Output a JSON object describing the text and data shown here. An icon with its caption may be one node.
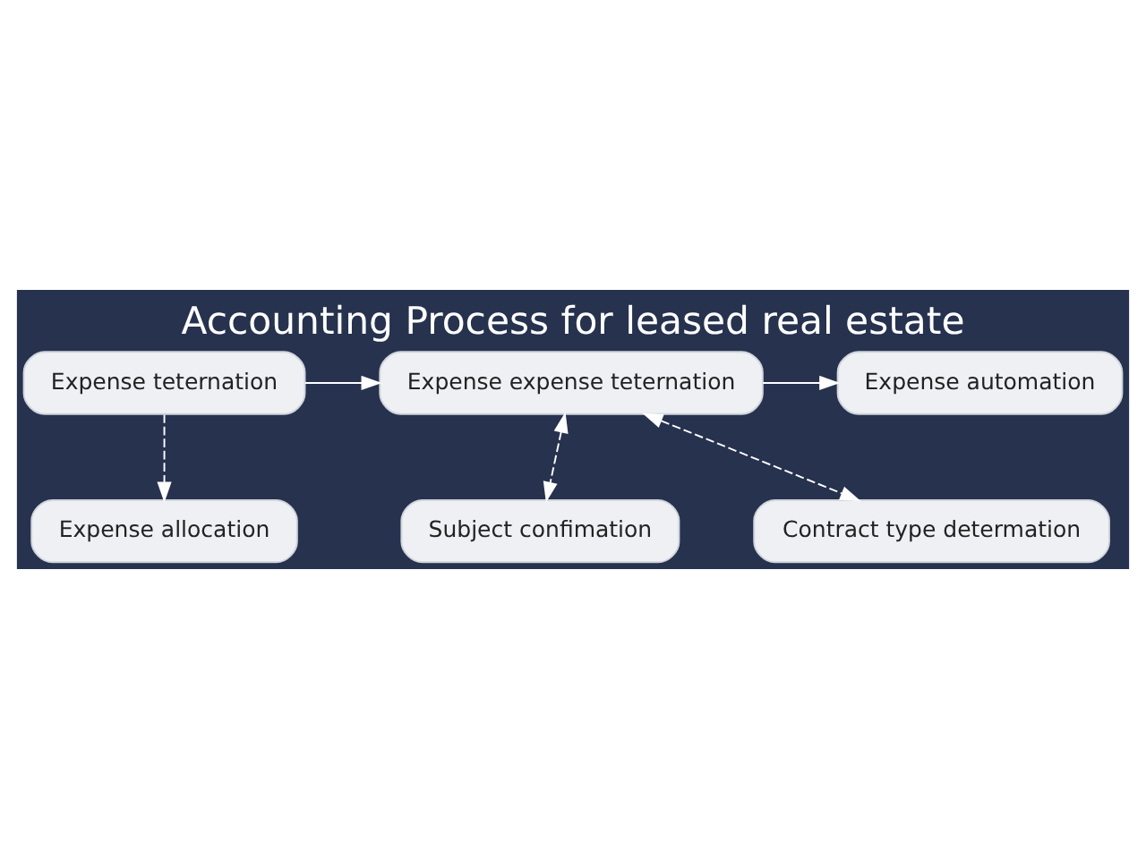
{
  "diagram": {
    "title": "Accounting Process for leased real estate",
    "nodes": [
      {
        "text": [
          "Contract type determation"
        ]
      },
      {
        "text": [
          "Expense teternation"
        ]
      },
      {
        "text": [
          "Expense expense teternation"
        ]
      },
      {
        "text": [
          "Expense automation"
        ]
      },
      {
        "text": [
          "Expense allocation"
        ]
      },
      {
        "text": [
          "Subject confimation"
        ]
      }
    ],
    "edges": [
      {
        "from": 2,
        "to": 0,
        "arrow": "both",
        "style": "dashed"
      },
      {
        "from": 1,
        "to": 2,
        "arrow": "to"
      },
      {
        "from": 2,
        "to": 3,
        "arrow": "to"
      },
      {
        "from": 1,
        "to": 4,
        "arrow": "to",
        "style": "dashed"
      },
      {
        "from": 2,
        "to": 5,
        "arrow": "both",
        "style": "dashed"
      }
    ]
  }
}
